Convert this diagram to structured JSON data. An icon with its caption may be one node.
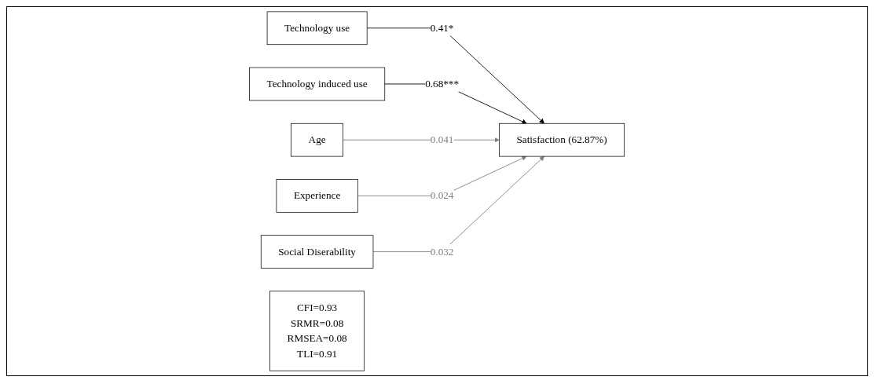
{
  "diagram": {
    "nodes": [
      {
        "text": [
          "Technology use"
        ]
      },
      {
        "text": [
          "Technology induced use"
        ]
      },
      {
        "text": [
          "Satisfaction (62.87%)"
        ]
      },
      {
        "text": [
          "Age"
        ]
      },
      {
        "text": [
          "Experience"
        ]
      },
      {
        "text": [
          "Social Diserability"
        ]
      },
      {
        "text": [
          "CFI=0.93",
          "SRMR=0.08",
          "RMSEA=0.08",
          "TLI=0.91"
        ]
      }
    ],
    "edges": [
      {
        "from": 0,
        "to": 2,
        "arrow": "to",
        "label": "0.41*",
        "color": "#000000"
      },
      {
        "from": 1,
        "to": 2,
        "arrow": "to",
        "label": "0.68***",
        "color": "#000000"
      },
      {
        "from": 3,
        "to": 2,
        "arrow": "to",
        "label": "0.041"
      },
      {
        "from": 4,
        "to": 2,
        "arrow": "to",
        "label": "0.024"
      },
      {
        "from": 5,
        "to": 2,
        "arrow": "to",
        "label": "0.032"
      }
    ]
  }
}
